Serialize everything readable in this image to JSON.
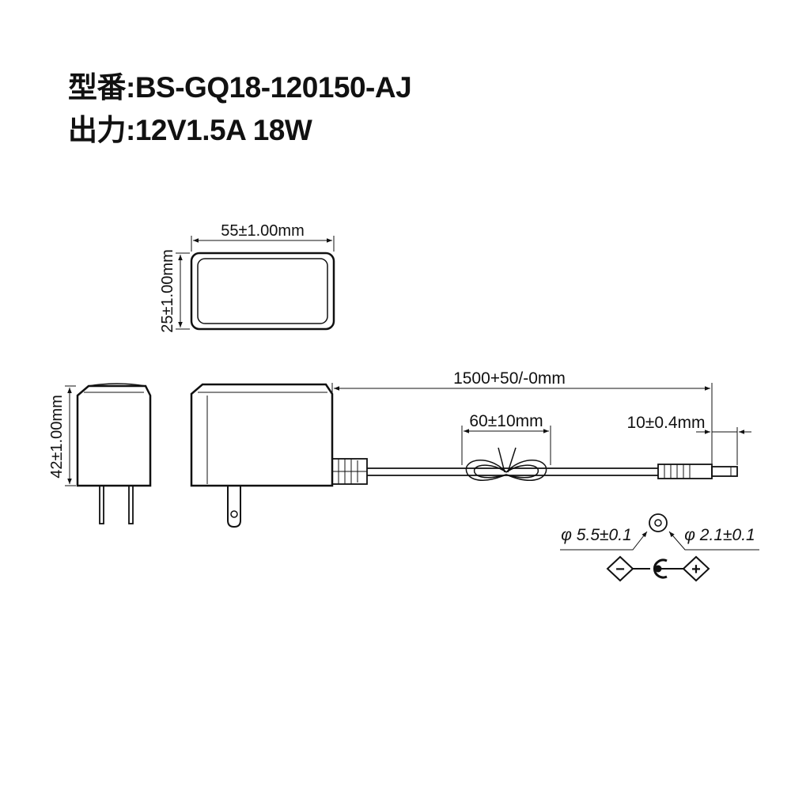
{
  "header": {
    "model_label": "型番:",
    "model_value": "BS-GQ18-120150-AJ",
    "output_label": "出力:",
    "output_value": "12V1.5A 18W"
  },
  "dimensions": {
    "width": "55±1.00mm",
    "depth": "25±1.00mm",
    "height": "42±1.00mm",
    "cable_length": "1500+50/-0mm",
    "cable_tie": "60±10mm",
    "plug_length": "10±0.4mm"
  },
  "connector": {
    "outer_diameter": "φ 5.5±0.1",
    "inner_diameter": "φ 2.1±0.1"
  },
  "polarity": {
    "negative_symbol": "−",
    "positive_symbol": "+",
    "center_label": "C"
  },
  "colors": {
    "line": "#111111",
    "background": "#ffffff"
  }
}
